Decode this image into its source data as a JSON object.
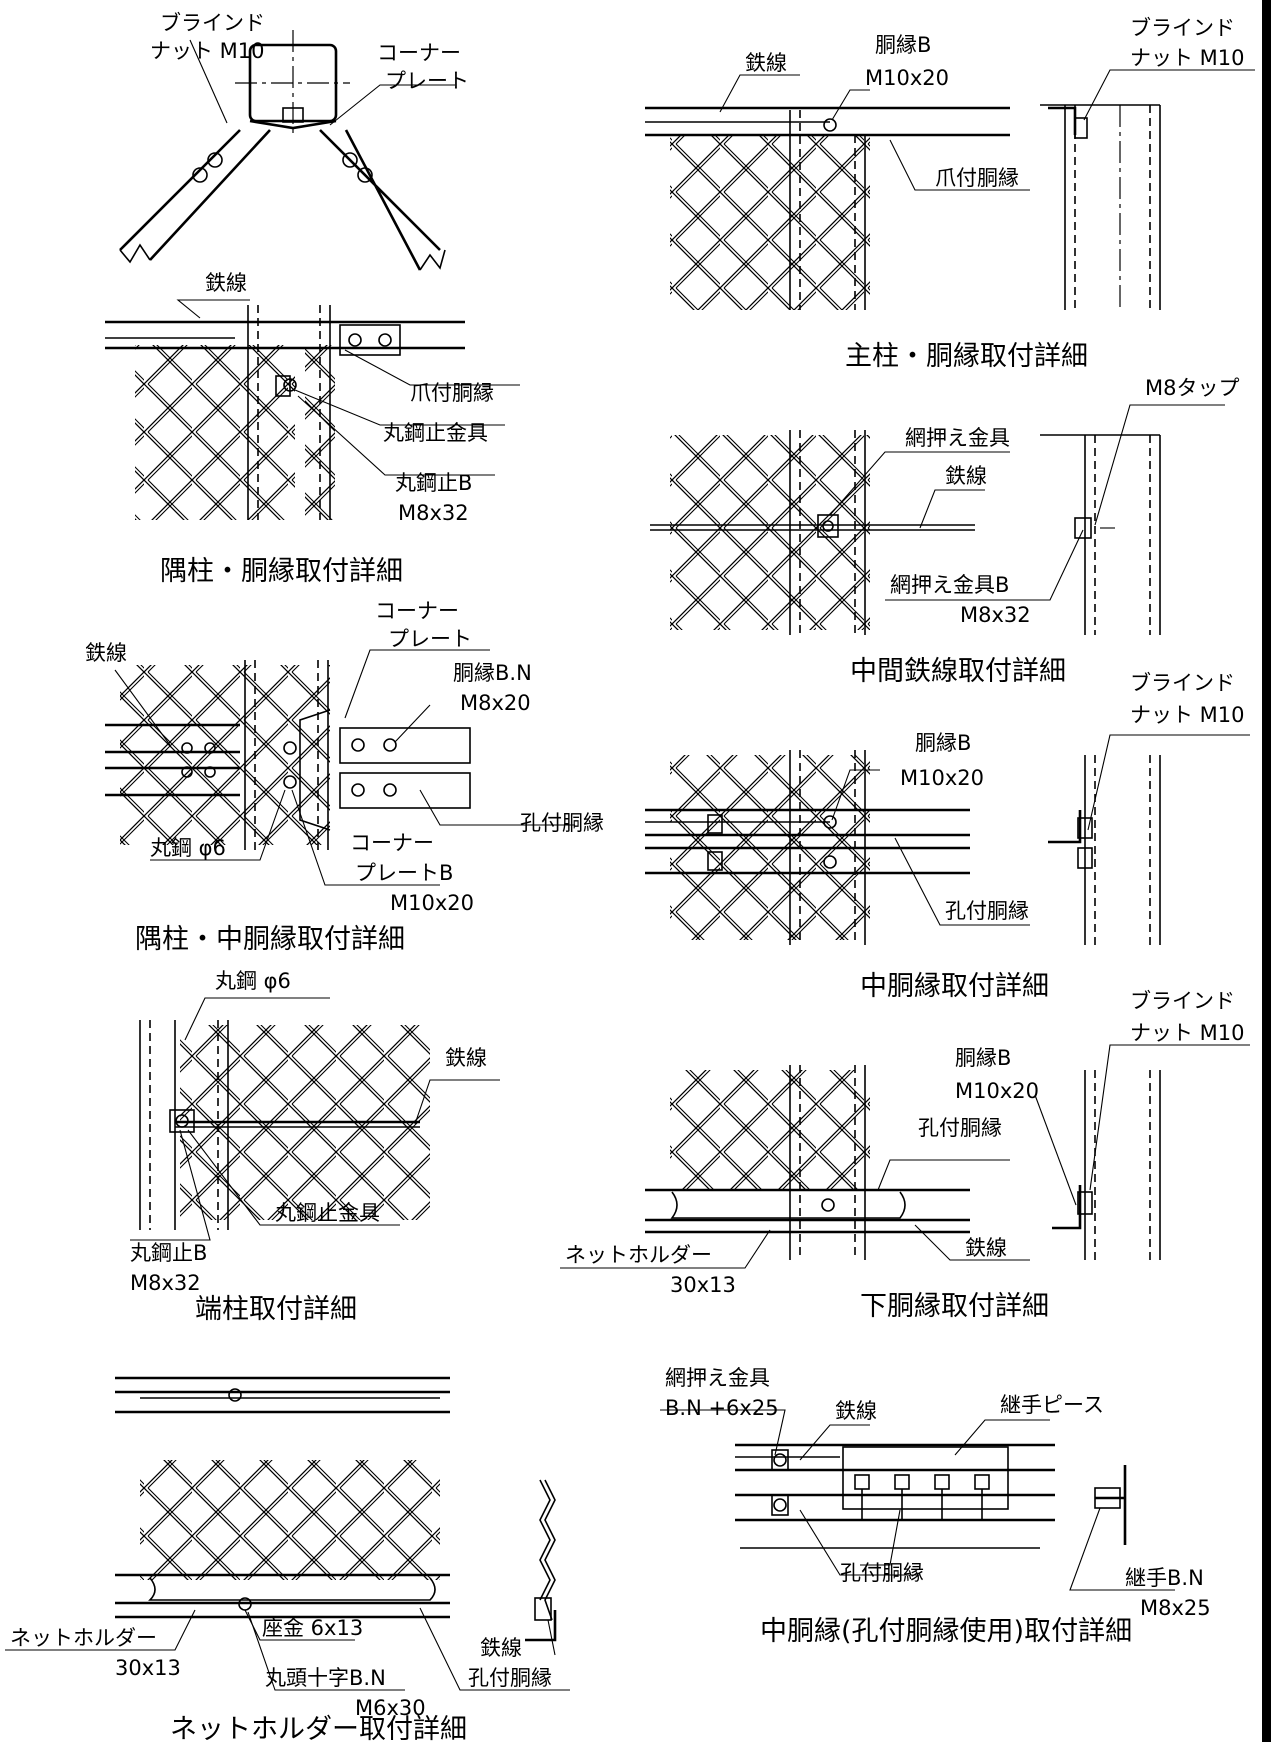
{
  "labels": {
    "blind_nut_1": "ブラインド",
    "blind_nut_2": "ナット M10",
    "corner_plate_1": "コーナー",
    "corner_plate_2": "プレート",
    "wire": "鉄線",
    "tsume_dobuchi": "爪付胴縁",
    "marukou_tomekanagu": "丸鋼止金具",
    "marukou_tome_b": "丸鋼止B",
    "m8x32": "M8x32",
    "dobuchi_b": "胴縁B",
    "m10x20": "M10x20",
    "m8_tap": "M8タップ",
    "amiosae_kanagu": "網押え金具",
    "amiosae_kanagu_b": "網押え金具B",
    "dobuchi_bn": "胴縁B.N",
    "m8x20": "M8x20",
    "anatsuki_dobuchi": "孔付胴縁",
    "corner_plate_b_2": "プレートB",
    "marukou_phi6": "丸鋼 φ6",
    "net_holder": "ネットホルダー",
    "s30x13": "30x13",
    "zagane": "座金 6x13",
    "marugashira": "丸頭十字B.N",
    "m6x30": "M6x30",
    "amiosae_bn": "B.N +6x25",
    "tsugite_piece": "継手ピース",
    "tsugite_bn": "継手B.N",
    "m8x25": "M8x25"
  },
  "titles": {
    "t1": "隅柱・胴縁取付詳細",
    "t2": "隅柱・中胴縁取付詳細",
    "t3": "端柱取付詳細",
    "t4": "ネットホルダー取付詳細",
    "t5": "主柱・胴縁取付詳細",
    "t6": "中間鉄線取付詳細",
    "t7": "中胴縁取付詳細",
    "t8": "下胴縁取付詳細",
    "t9": "中胴縁(孔付胴縁使用)取付詳細"
  }
}
